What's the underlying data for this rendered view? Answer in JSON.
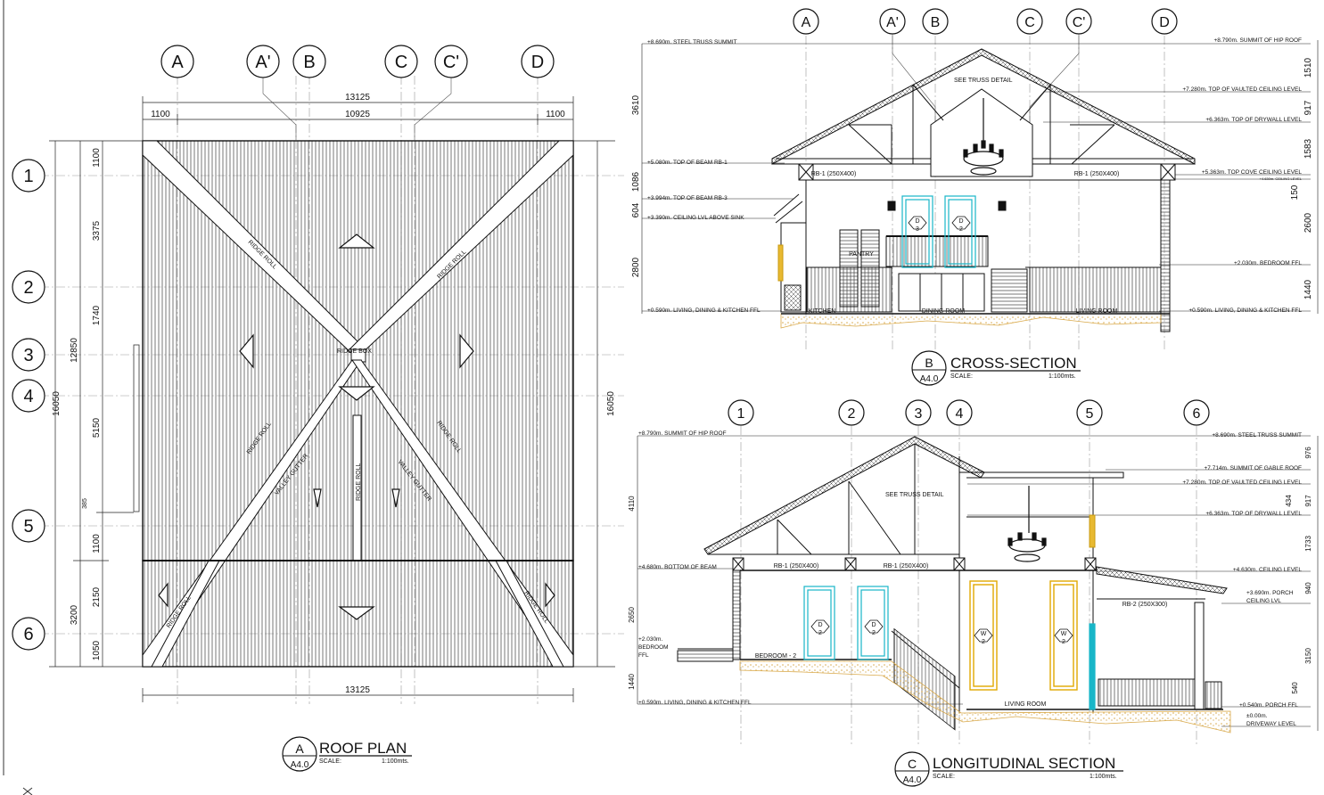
{
  "roof_plan": {
    "grid_cols": [
      "A",
      "A'",
      "B",
      "C",
      "C'",
      "D"
    ],
    "grid_rows": [
      "1",
      "2",
      "3",
      "4",
      "5",
      "6"
    ],
    "dim_top_total": "13125",
    "dim_top_parts": [
      "1100",
      "10925",
      "1100"
    ],
    "dim_bottom_total": "13125",
    "dim_left_parts": [
      "1100",
      "3375",
      "1740",
      "5150",
      "1100",
      "2150",
      "1050"
    ],
    "dim_left_mid": [
      "12850",
      "3200"
    ],
    "dim_left_total": "16050",
    "dim_right_total": "16050",
    "dim_385": "385",
    "labels": {
      "ridge_roll": "RIDGE ROLL",
      "ridge_box": "RIDGE BOX",
      "valley_gutter": "VALLEY GUTTER"
    },
    "title": {
      "letter": "A",
      "sheet": "A4.0",
      "name": "ROOF PLAN",
      "scale_label": "SCALE:",
      "scale": "1:100mts."
    }
  },
  "cross_section": {
    "grid_cols": [
      "A",
      "A'",
      "B",
      "C",
      "C'",
      "D"
    ],
    "levels_left": [
      "+8.690m. STEEL TRUSS SUMMIT",
      "+5.080m. TOP OF BEAM RB-1",
      "+3.994m. TOP OF BEAM RB-3",
      "+3.390m. CEILING LVL ABOVE SINK",
      "+0.590m. LIVING, DINING & KITCHEN FFL"
    ],
    "levels_right": [
      "+8.790m. SUMMIT OF HIP ROOF",
      "+7.280m. TOP OF VAULTED CEILING LEVEL",
      "+6.363m. TOP OF DRYWALL LEVEL",
      "+5.363m. TOP COVE CEILING LEVEL",
      "+4.630m. CEILING LEVEL",
      "+2.030m. BEDROOM FFL",
      "+0.590m. LIVING, DINING & KITCHEN FFL"
    ],
    "dims_left": [
      "3610",
      "1086",
      "604",
      "2800"
    ],
    "dims_right": [
      "1510",
      "917",
      "1583",
      "150",
      "2600",
      "1440"
    ],
    "labels": {
      "truss": "SEE TRUSS DETAIL",
      "beam": "RB-1 (250X400)",
      "pantry": "PANTRY",
      "kitchen": "KITCHEN",
      "dining": "DINING ROOM",
      "living": "LIVING ROOM",
      "door_d": "D",
      "door_3": "3",
      "door_2": "2"
    },
    "title": {
      "letter": "B",
      "sheet": "A4.0",
      "name": "CROSS-SECTION",
      "scale_label": "SCALE:",
      "scale": "1:100mts."
    }
  },
  "longitudinal_section": {
    "grid_rows": [
      "1",
      "2",
      "3",
      "4",
      "5",
      "6"
    ],
    "levels_left": [
      "+8.790m. SUMMIT OF HIP ROOF",
      "+4.680m. BOTTOM OF BEAM",
      "+2.030m.",
      "BEDROOM",
      "FFL",
      "+0.590m. LIVING, DINING & KITCHEN FFL"
    ],
    "levels_right": [
      "+8.690m. STEEL TRUSS SUMMIT",
      "+7.714m. SUMMIT OF GABLE ROOF",
      "+7.280m. TOP OF VAULTED CEILING LEVEL",
      "+6.363m. TOP OF DRYWALL LEVEL",
      "+4.630m. CEILING LEVEL",
      "+3.690m. PORCH",
      "CEILING LVL",
      "+0.540m. PORCH FFL",
      "±0.00m.",
      "DRIVEWAY LEVEL"
    ],
    "dims_left": [
      "4110",
      "2650",
      "1440"
    ],
    "dims_right": [
      "976",
      "434",
      "917",
      "1733",
      "940",
      "3150",
      "540"
    ],
    "labels": {
      "truss": "SEE TRUSS DETAIL",
      "beam": "RB-1 (250X400)",
      "beam2": "RB-2 (250X300)",
      "bedroom": "BEDROOM - 2",
      "living": "LIVING ROOM",
      "door_d": "D",
      "door_w": "W",
      "door_2": "2"
    },
    "title": {
      "letter": "C",
      "sheet": "A4.0",
      "name": "LONGITUDINAL SECTION",
      "scale_label": "SCALE:",
      "scale": "1:100mts."
    }
  }
}
